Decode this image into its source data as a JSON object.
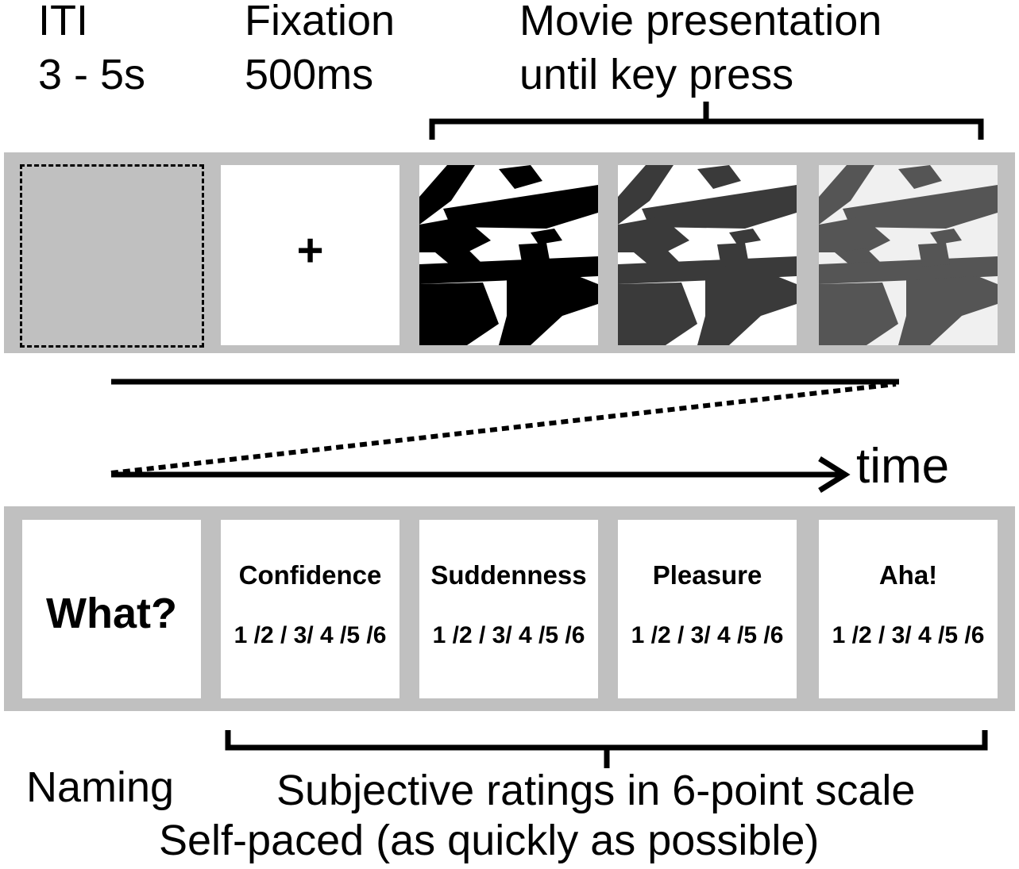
{
  "top_labels": {
    "iti": {
      "line1": "ITI",
      "line2": "3 - 5s"
    },
    "fixation": {
      "line1": "Fixation",
      "line2": "500ms"
    },
    "movie": {
      "line1": "Movie presentation",
      "line2": "until key press"
    }
  },
  "fixation_symbol": "+",
  "time_label": "time",
  "naming_prompt": "What?",
  "ratings": [
    {
      "title": "Confidence",
      "scale": "1 /2 / 3/ 4 /5 /6"
    },
    {
      "title": "Suddenness",
      "scale": "1 /2 / 3/ 4 /5 /6"
    },
    {
      "title": "Pleasure",
      "scale": "1 /2 / 3/ 4 /5 /6"
    },
    {
      "title": "Aha!",
      "scale": "1 /2 / 3/ 4 /5 /6"
    }
  ],
  "bottom_labels": {
    "naming": "Naming",
    "subjective": "Subjective ratings in 6-point scale",
    "self_paced": "Self-paced (as quickly as possible)"
  },
  "colors": {
    "strip": "#c0c0c0",
    "frame": "#ffffff",
    "ink": "#000000",
    "movie_frame_2_tint": "#3a3a3a",
    "movie_frame_3_tint": "#555555"
  }
}
